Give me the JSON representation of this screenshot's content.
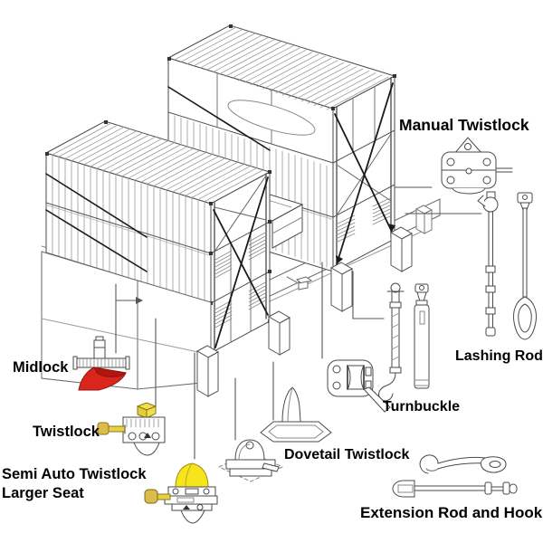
{
  "diagram": {
    "subject": "container-lashing-equipment-diagram",
    "labels": {
      "manual_twistlock": "Manual Twistlock",
      "lashing_rod": "Lashing Rod",
      "turnbuckle": "Turnbuckle",
      "midlock": "Midlock",
      "twistlock": "Twistlock",
      "semi_auto_line1": "Semi Auto Twistlock",
      "semi_auto_line2": "Larger Seat",
      "dovetail_twistlock": "Dovetail Twistlock",
      "extension_rod_and_hook": "Extension Rod and Hook"
    },
    "colors": {
      "midlock_red": "#da251d",
      "midlock_red_dark": "#b3150e",
      "accent_yellow": "#f6e41c",
      "handle_gold": "#d9bc4a",
      "rod_yellow": "#e8cf45",
      "line": "#4a4a4a"
    }
  }
}
